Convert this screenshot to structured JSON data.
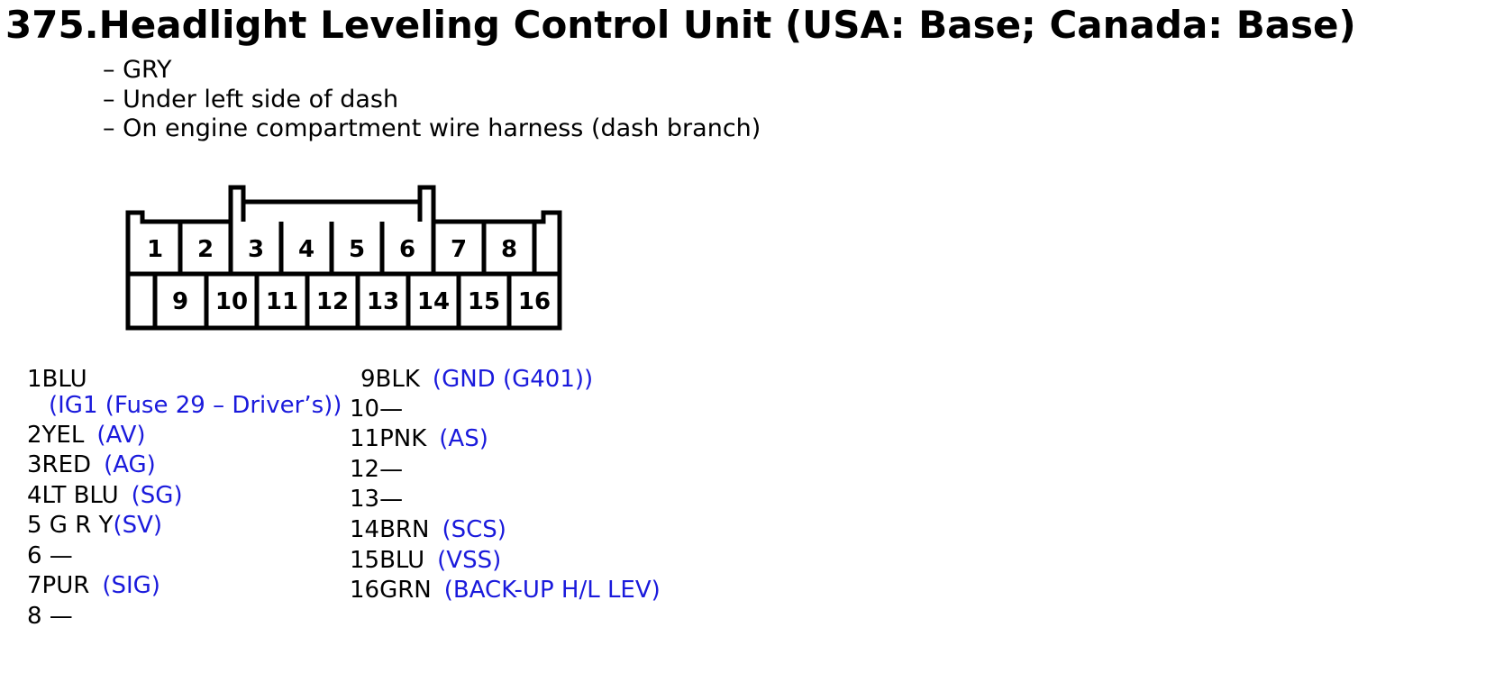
{
  "title": "375.Headlight Leveling Control Unit (USA: Base; Canada: Base)",
  "details": [
    "– GRY",
    "– Under left side of dash",
    "– On engine compartment wire harness (dash branch)"
  ],
  "connector": {
    "top_row": [
      "1",
      "2",
      "3",
      "4",
      "5",
      "6",
      "7",
      "8"
    ],
    "bottom_row": [
      "9",
      "10",
      "11",
      "12",
      "13",
      "14",
      "15",
      "16"
    ]
  },
  "pins_left": [
    {
      "pin": "1BLU",
      "func": ""
    },
    {
      "pin": "",
      "func": "(IG1 (Fuse 29 – Driver’s))"
    },
    {
      "pin": "2YEL",
      "func": "(AV)"
    },
    {
      "pin": "3RED",
      "func": "(AG)"
    },
    {
      "pin": "4LT BLU",
      "func": "(SG)"
    },
    {
      "pin": "5 G R Y",
      "func": "(SV)"
    },
    {
      "pin": "6 —",
      "func": ""
    },
    {
      "pin": "7PUR",
      "func": "(SIG)"
    },
    {
      "pin": "8 —",
      "func": ""
    }
  ],
  "pins_right": [
    {
      "pin": "9BLK",
      "func": "(GND (G401))"
    },
    {
      "pin": "10—",
      "func": ""
    },
    {
      "pin": "11PNK",
      "func": "(AS)"
    },
    {
      "pin": "12—",
      "func": ""
    },
    {
      "pin": "13—",
      "func": ""
    },
    {
      "pin": "14BRN",
      "func": "(SCS)"
    },
    {
      "pin": "15BLU",
      "func": "(VSS)"
    },
    {
      "pin": "16GRN",
      "func": "(BACK-UP H/L LEV)"
    }
  ]
}
